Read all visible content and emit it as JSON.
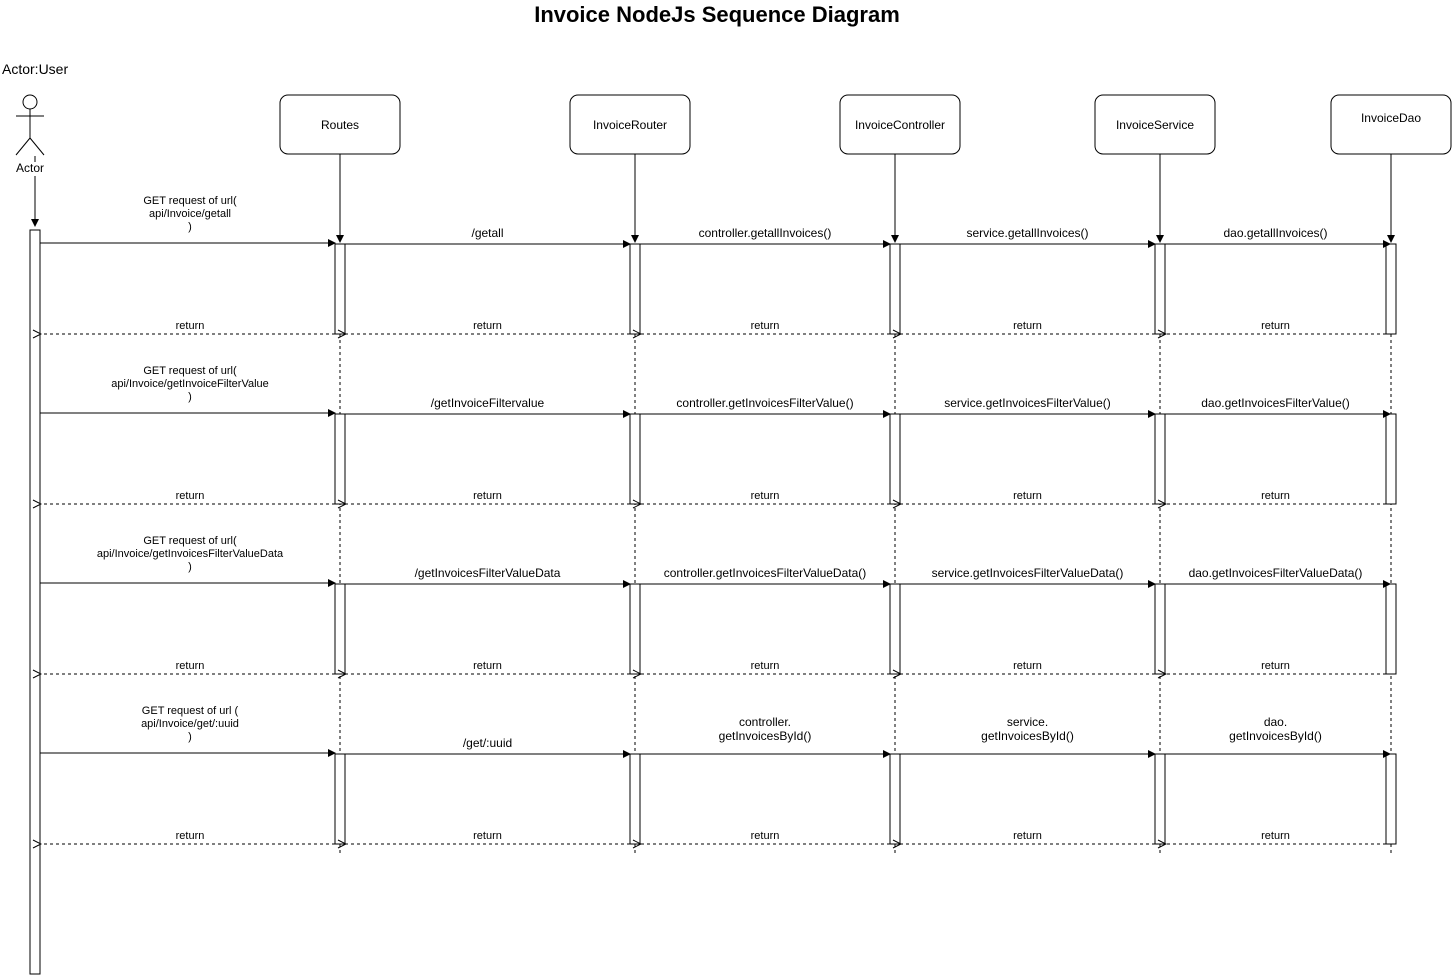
{
  "diagram": {
    "title": "Invoice NodeJs Sequence Diagram",
    "actor": {
      "title": "Actor:User",
      "label": "Actor"
    },
    "participants": [
      {
        "id": "routes",
        "name": "Routes"
      },
      {
        "id": "router",
        "name": "InvoiceRouter"
      },
      {
        "id": "controller",
        "name": "InvoiceController"
      },
      {
        "id": "service",
        "name": "InvoiceService"
      },
      {
        "id": "dao",
        "name": "InvoiceDao"
      }
    ],
    "return_label": "return",
    "interactions": [
      {
        "request_lines": [
          "GET request of url(",
          "api/Invoice/getall",
          ")"
        ],
        "calls": [
          "/getall",
          "controller.getallInvoices()",
          "service.getallInvoices()",
          "dao.getallInvoices()"
        ]
      },
      {
        "request_lines": [
          "GET request of url(",
          "api/Invoice/getInvoiceFilterValue",
          ")"
        ],
        "calls": [
          "/getInvoiceFiltervalue",
          "controller.getInvoicesFilterValue()",
          "service.getInvoicesFilterValue()",
          "dao.getInvoicesFilterValue()"
        ]
      },
      {
        "request_lines": [
          "GET request of url(",
          "api/Invoice/getInvoicesFilterValueData",
          ")"
        ],
        "calls": [
          "/getInvoicesFilterValueData",
          "controller.getInvoicesFilterValueData()",
          "service.getInvoicesFilterValueData()",
          "dao.getInvoicesFilterValueData()"
        ]
      },
      {
        "request_lines": [
          "GET request of url (",
          "api/Invoice/get/:uuid",
          ")"
        ],
        "calls": [
          "/get/:uuid",
          [
            "controller.",
            "getInvoicesById()"
          ],
          [
            "service.",
            "getInvoicesById()"
          ],
          [
            "dao.",
            "getInvoicesById()"
          ]
        ]
      }
    ]
  }
}
